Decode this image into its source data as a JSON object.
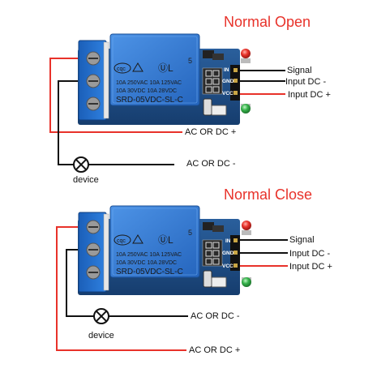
{
  "sections": [
    {
      "title": "Normal Open",
      "signal": "Signal",
      "input_minus": "Input DC -",
      "input_plus": "Input DC +",
      "pin_in": "IN",
      "pin_gnd": "GND",
      "pin_vcc": "VCC",
      "spec_line1": "10A 250VAC  10A 125VAC",
      "spec_line2": "10A  30VDC  10A 28VDC",
      "model": "SRD-05VDC-SL-C",
      "logo": "cqc",
      "relay_number": "5",
      "ac_upper": "AC OR DC +",
      "ac_lower": "AC OR DC -",
      "device": "device"
    },
    {
      "title": "Normal Close",
      "signal": "Signal",
      "input_minus": "Input DC -",
      "input_plus": "Input DC +",
      "pin_in": "IN",
      "pin_gnd": "GND",
      "pin_vcc": "VCC",
      "spec_line1": "10A 250VAC  10A 125VAC",
      "spec_line2": "10A  30VDC  10A 28VDC",
      "model": "SRD-05VDC-SL-C",
      "logo": "cqc",
      "relay_number": "5",
      "ac_upper": "AC OR DC -",
      "ac_lower": "AC OR DC +",
      "device": "device"
    }
  ],
  "colors": {
    "title": "#e8322a",
    "wire_red": "#e8322a",
    "wire_black": "#111111",
    "terminal_blue": "#1f6fd1",
    "relay_blue": "#2f78d8",
    "pcb": "#1d4f8a",
    "led_red": "#e8322a",
    "led_green": "#35b24a"
  }
}
